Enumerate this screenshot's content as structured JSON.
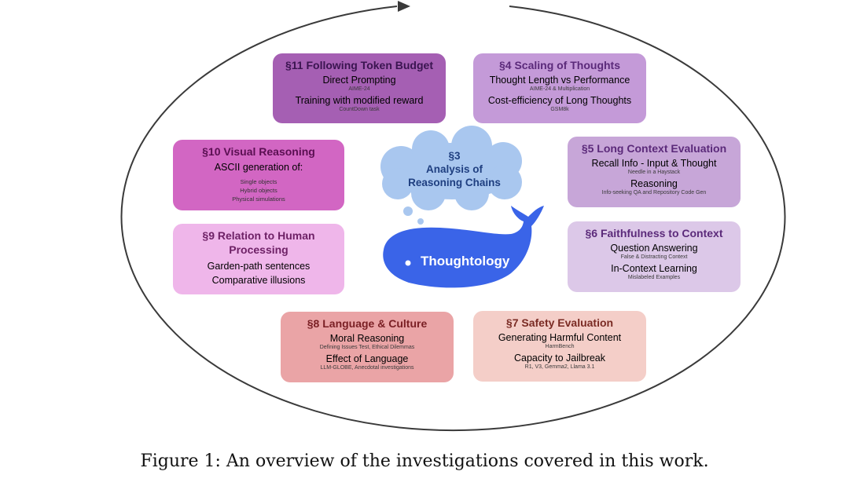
{
  "center": {
    "cloud_lines": [
      "§3",
      "Analysis of",
      "Reasoning Chains"
    ],
    "whale_label": "Thoughtology"
  },
  "boxes": {
    "s11": {
      "title": "§11 Following Token Budget",
      "items": [
        {
          "name": "Direct Prompting",
          "ref": "AIME-24"
        },
        {
          "name": "Training with modified reward",
          "ref": "CountDown task"
        }
      ],
      "color": "#a55fb3",
      "title_color": "#3a1450"
    },
    "s4": {
      "title": "§4 Scaling of Thoughts",
      "items": [
        {
          "name": "Thought Length vs Performance",
          "ref": "AIME-24 & Multiplication"
        },
        {
          "name": "Cost-efficiency of Long Thoughts",
          "ref": "GSM8k"
        }
      ],
      "color": "#c49ad8",
      "title_color": "#5b2a7a"
    },
    "s10": {
      "title": "§10 Visual Reasoning",
      "subtitle": "ASCII generation of:",
      "lines": [
        "Single objects",
        "Hybrid objects",
        "Physical simulations"
      ],
      "color": "#d266c3",
      "title_color": "#5a0f52"
    },
    "s5": {
      "title": "§5 Long Context Evaluation",
      "items": [
        {
          "name": "Recall Info - Input & Thought",
          "ref": "Needle in a Haystack"
        },
        {
          "name": "Reasoning",
          "ref": "Info-seeking QA and Repository Code Gen"
        }
      ],
      "color": "#c7a6d8",
      "title_color": "#5b2a7a"
    },
    "s9": {
      "title": "§9 Relation to Human Processing",
      "lines": [
        "Garden-path sentences",
        "Comparative illusions"
      ],
      "color": "#efb6ea",
      "title_color": "#6e2166"
    },
    "s6": {
      "title": "§6 Faithfulness to Context",
      "items": [
        {
          "name": "Question Answering",
          "ref": "False & Distracting Context"
        },
        {
          "name": "In-Context Learning",
          "ref": "Mislabeled Examples"
        }
      ],
      "color": "#dcc8e8",
      "title_color": "#5b2a7a"
    },
    "s8": {
      "title": "§8 Language & Culture",
      "items": [
        {
          "name": "Moral Reasoning",
          "ref": "Defining Issues Test, Ethical Dilemmas"
        },
        {
          "name": "Effect of Language",
          "ref": "LLM-GLOBE, Anecdotal investigations"
        }
      ],
      "color": "#eaa4a6",
      "title_color": "#7a1f24"
    },
    "s7": {
      "title": "§7 Safety Evaluation",
      "items": [
        {
          "name": "Generating Harmful Content",
          "ref": "HarmBench"
        },
        {
          "name": "Capacity to Jailbreak",
          "ref": "R1, V3, Gemma2, Llama 3.1"
        }
      ],
      "color": "#f4cec8",
      "title_color": "#7a2b24"
    }
  },
  "caption": "Figure 1: An overview of the investigations covered in this work.",
  "colors": {
    "ellipse": "#3a3a3a",
    "cloud": "#a9c7ef",
    "whale": "#3a64e8"
  }
}
